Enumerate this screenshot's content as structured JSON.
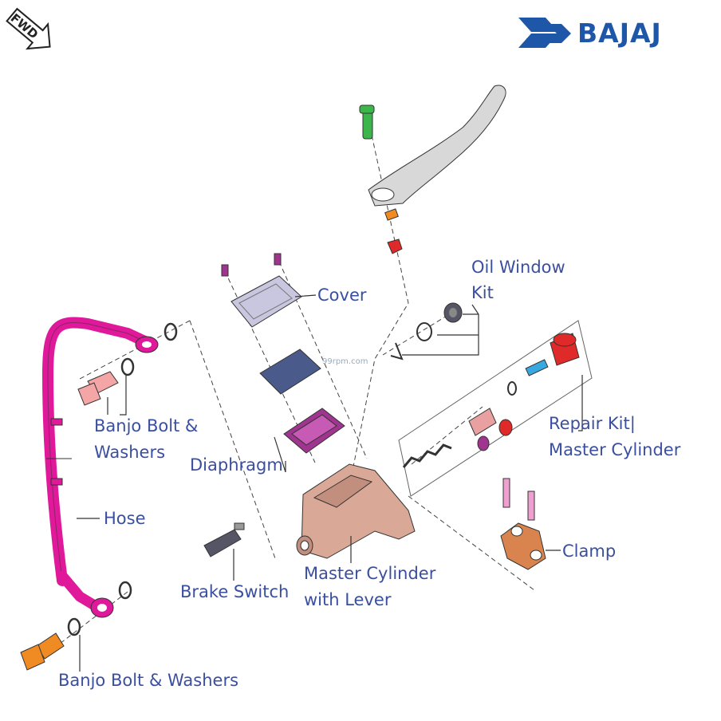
{
  "brand": {
    "name": "BAJAJ",
    "color": "#1f57a8"
  },
  "fwd_badge": "FWD",
  "watermark": "99rpm.com",
  "label_color": "#3a4fa0",
  "labels": {
    "cover": "Cover",
    "oil_window_line1": "Oil Window",
    "oil_window_line2": "Kit",
    "banjo_top_line1": "Banjo Bolt &",
    "banjo_top_line2": "Washers",
    "repair_kit_line1": "Repair Kit|",
    "repair_kit_line2": "Master Cylinder",
    "diaphragm": "Diaphragm",
    "hose": "Hose",
    "clamp": "Clamp",
    "master_cyl_line1": "Master Cylinder",
    "master_cyl_line2": "with Lever",
    "brake_switch": "Brake Switch",
    "banjo_bottom": "Banjo Bolt & Washers"
  },
  "part_colors": {
    "hose": "#e0189a",
    "banjo_bolt_top": "#f4a5a5",
    "banjo_bolt_bottom": "#f08a22",
    "lever": "#d8d8d8",
    "lever_pin": "#3cb54a",
    "cover": "#c9c7e0",
    "diaphragm": "#4a5a8a",
    "diaphragm_seal": "#a0358f",
    "master_cylinder": "#d9a896",
    "piston_cap": "#e02a2a",
    "spring_pin": "#3aa8e0",
    "clamp": "#d9844e",
    "clamp_bolts": "#f0a0d0",
    "oil_window": "#555566"
  }
}
